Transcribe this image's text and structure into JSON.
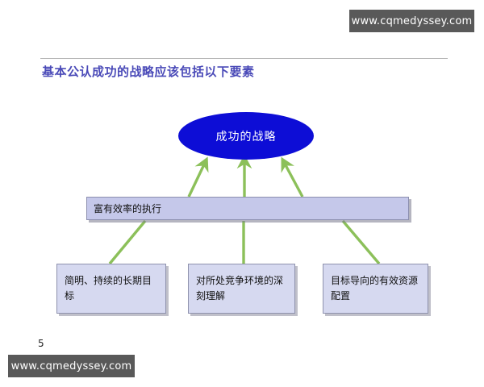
{
  "watermarks": {
    "top": "www.cqmedyssey.com",
    "bottom": "www.cqmedyssey.com"
  },
  "slide": {
    "title": "基本公认成功的战略应该包括以下要素",
    "page_number": "5"
  },
  "diagram": {
    "goal": {
      "label": "成功的战略",
      "shape": "ellipse",
      "fill": "#0D0DD6",
      "text_color": "#FFFFFF"
    },
    "enabler": {
      "label": "富有效率的执行",
      "shape": "bar",
      "fill": "#C5C8EA"
    },
    "elements": [
      {
        "label": "简明、持续的长期目标"
      },
      {
        "label": "对所处竞争环境的深刻理解"
      },
      {
        "label": "目标导向的有效资源配置"
      }
    ],
    "connector_color": "#8CC05A",
    "accent_title_color": "#4A4AB8"
  }
}
